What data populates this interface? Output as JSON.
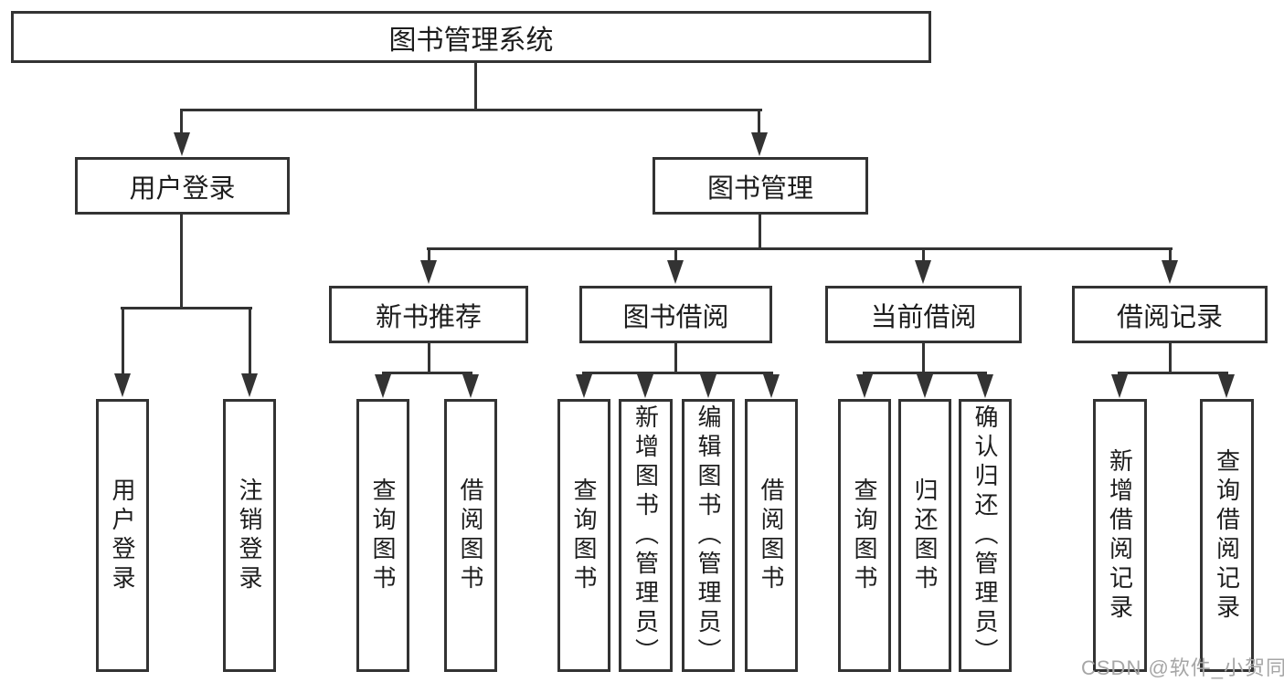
{
  "tree": {
    "root": "图书管理系统",
    "user": {
      "label": "用户登录",
      "children": [
        "用户登录",
        "注销登录"
      ]
    },
    "mgmt": {
      "label": "图书管理",
      "sections": [
        {
          "label": "新书推荐",
          "children": [
            "查询图书",
            "借阅图书"
          ]
        },
        {
          "label": "图书借阅",
          "children": [
            "查询图书",
            "新增图书（管理员）",
            "编辑图书（管理员）",
            "借阅图书"
          ]
        },
        {
          "label": "当前借阅",
          "children": [
            "查询图书",
            "归还图书",
            "确认归还（管理员）"
          ]
        },
        {
          "label": "借阅记录",
          "children": [
            "新增借阅记录",
            "查询借阅记录"
          ]
        }
      ]
    }
  },
  "watermark": "CSDN @软件_小贺同学",
  "colors": {
    "line": "#333333",
    "text": "#1d1d1d",
    "background": "#ffffff",
    "watermark": "#a6a6a6"
  }
}
